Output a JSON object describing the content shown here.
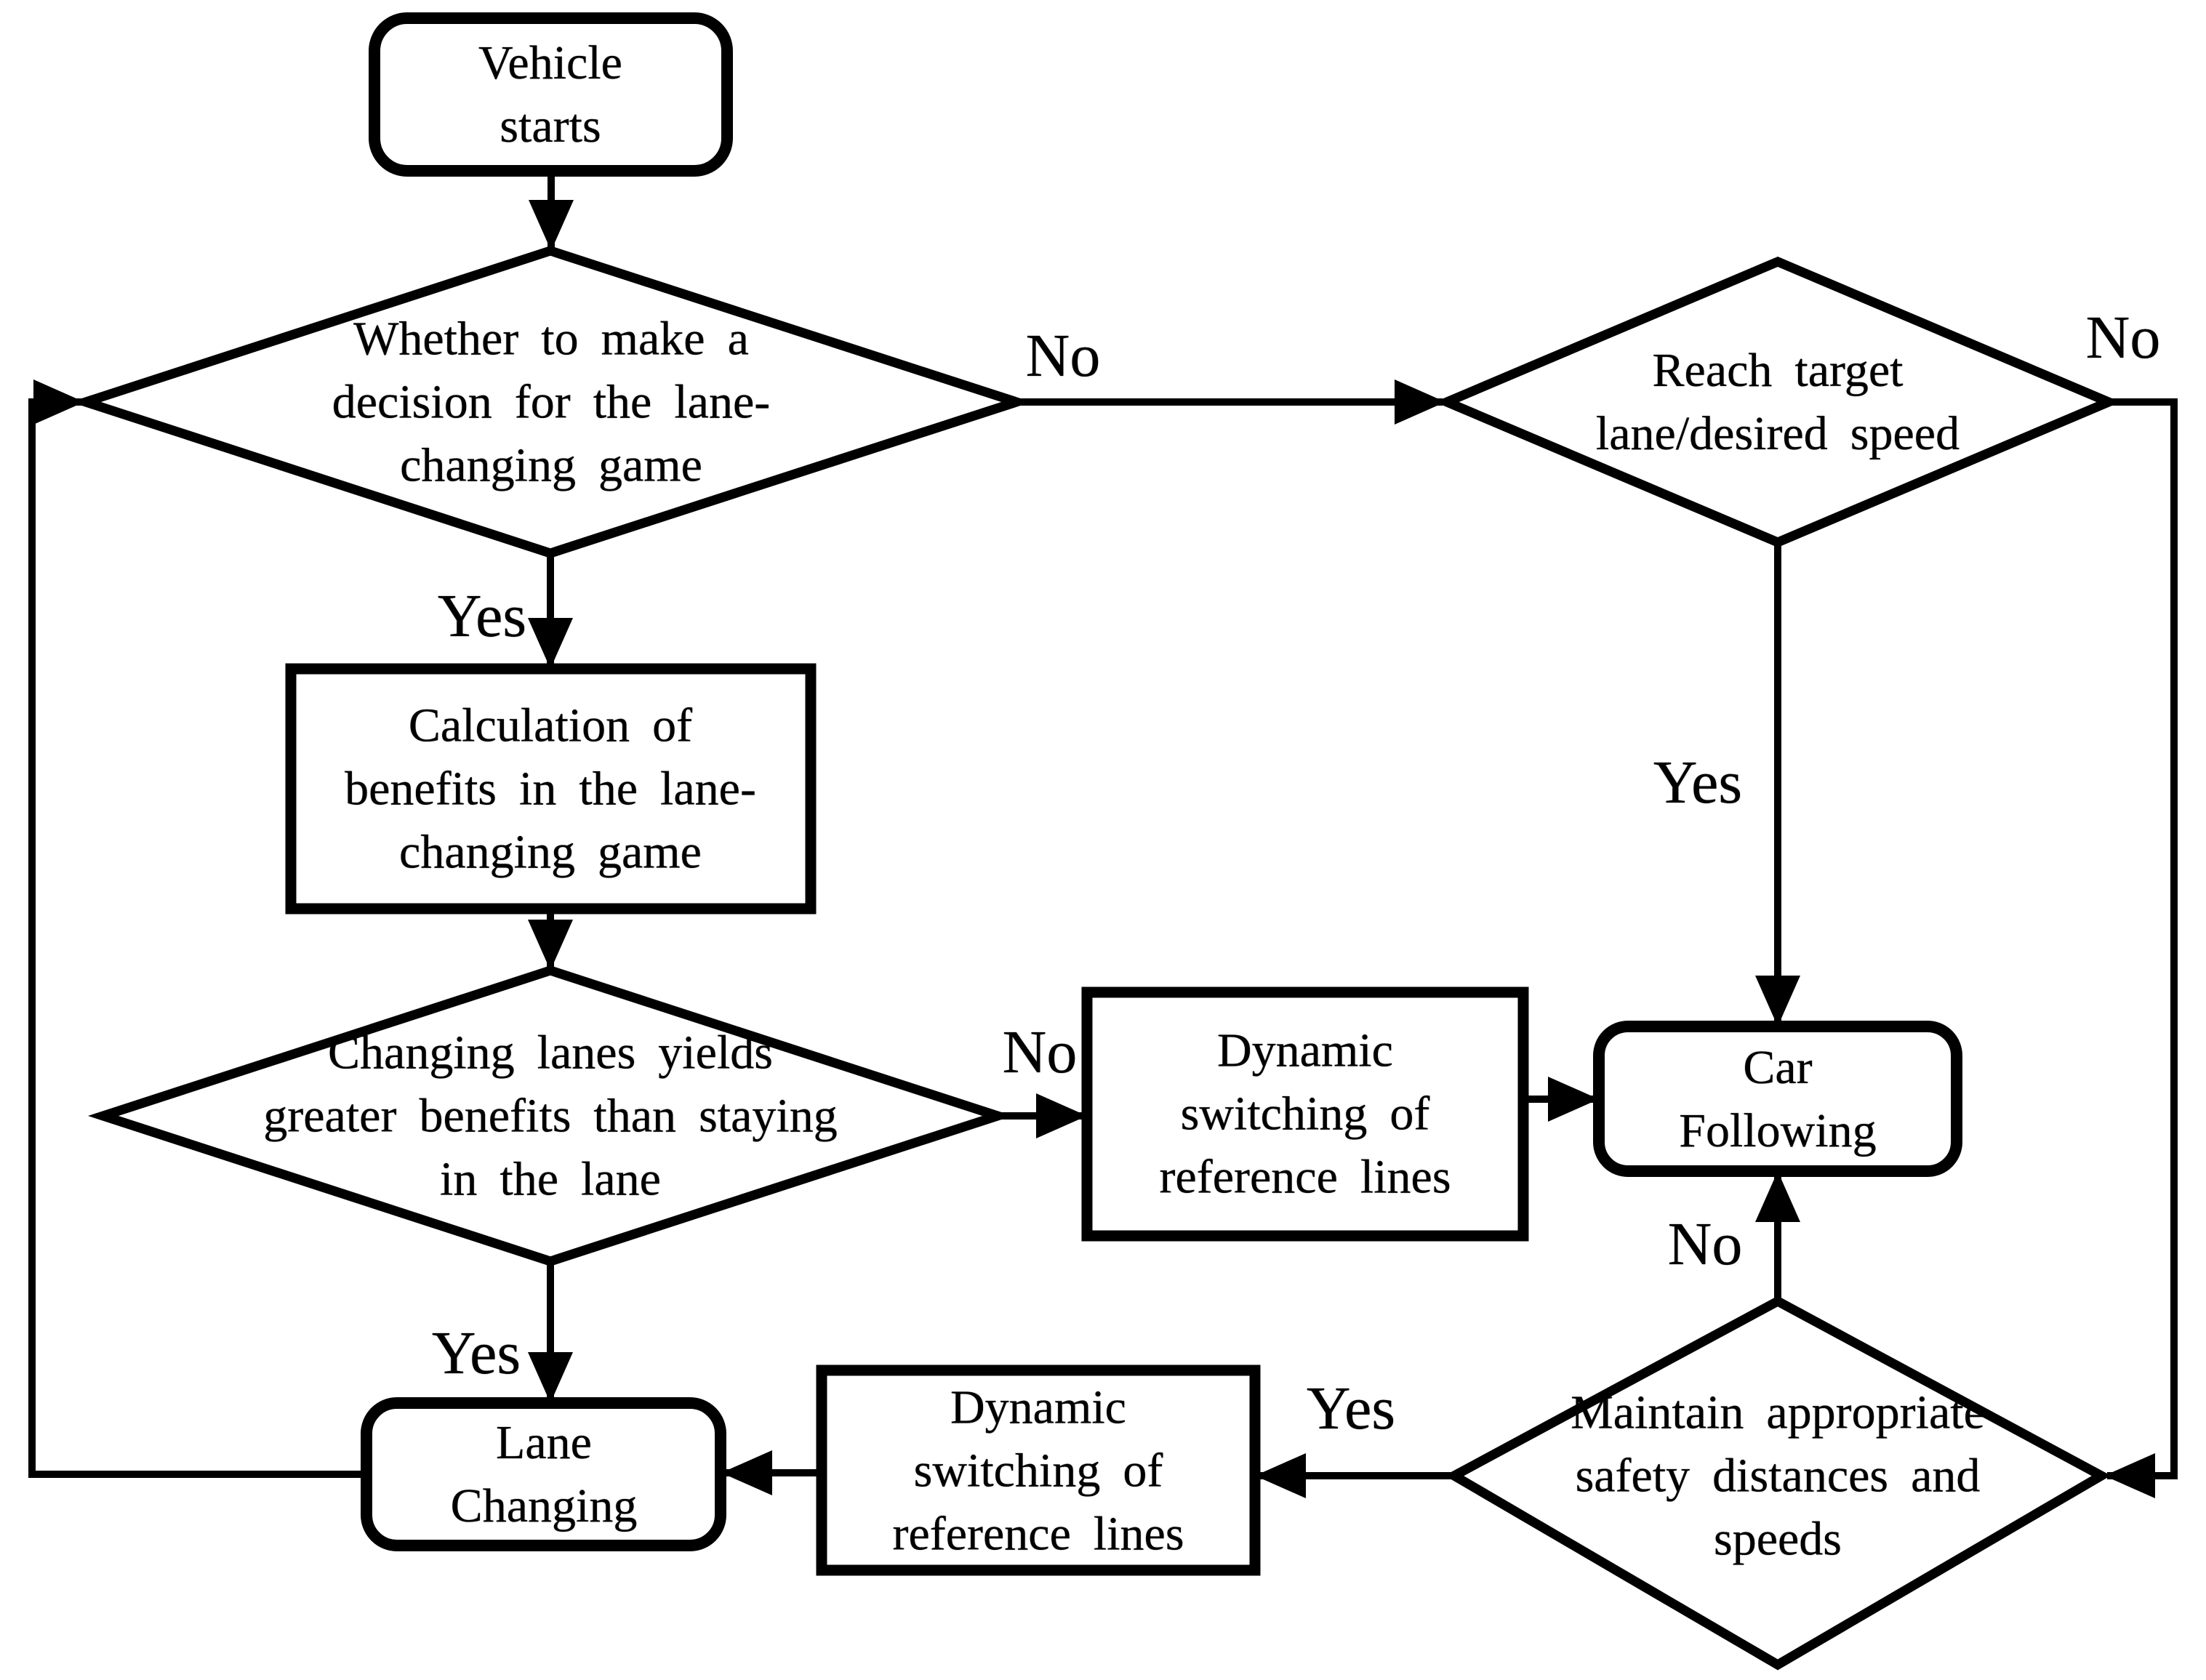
{
  "colors": {
    "background": "#ffffff",
    "stroke": "#000000"
  },
  "nodes": {
    "start": {
      "label": "Vehicle\nstarts",
      "shape": "rounded-rectangle"
    },
    "decide_game": {
      "label": "Whether to make a\ndecision for the lane-\nchanging game",
      "shape": "diamond"
    },
    "reach_target": {
      "label": "Reach target\nlane/desired speed",
      "shape": "diamond"
    },
    "calc_benefits": {
      "label": "Calculation of\nbenefits in the lane-\nchanging game",
      "shape": "rectangle"
    },
    "compare_benefits": {
      "label": "Changing lanes yields\ngreater benefits than staying\nin the lane",
      "shape": "diamond"
    },
    "dyn_switch_upper": {
      "label": "Dynamic\nswitching of\nreference lines",
      "shape": "rectangle"
    },
    "car_following": {
      "label": "Car\nFollowing",
      "shape": "rounded-rectangle"
    },
    "maintain_safety": {
      "label": "Maintain appropriate\nsafety distances and\nspeeds",
      "shape": "diamond"
    },
    "dyn_switch_lower": {
      "label": "Dynamic\nswitching of\nreference lines",
      "shape": "rectangle"
    },
    "lane_changing": {
      "label": "Lane\nChanging",
      "shape": "rounded-rectangle"
    }
  },
  "edge_labels": {
    "decide_game_yes": "Yes",
    "decide_game_no": "No",
    "reach_target_yes": "Yes",
    "reach_target_no": "No",
    "compare_benefits_yes": "Yes",
    "compare_benefits_no": "No",
    "maintain_safety_yes": "Yes",
    "maintain_safety_no": "No"
  }
}
